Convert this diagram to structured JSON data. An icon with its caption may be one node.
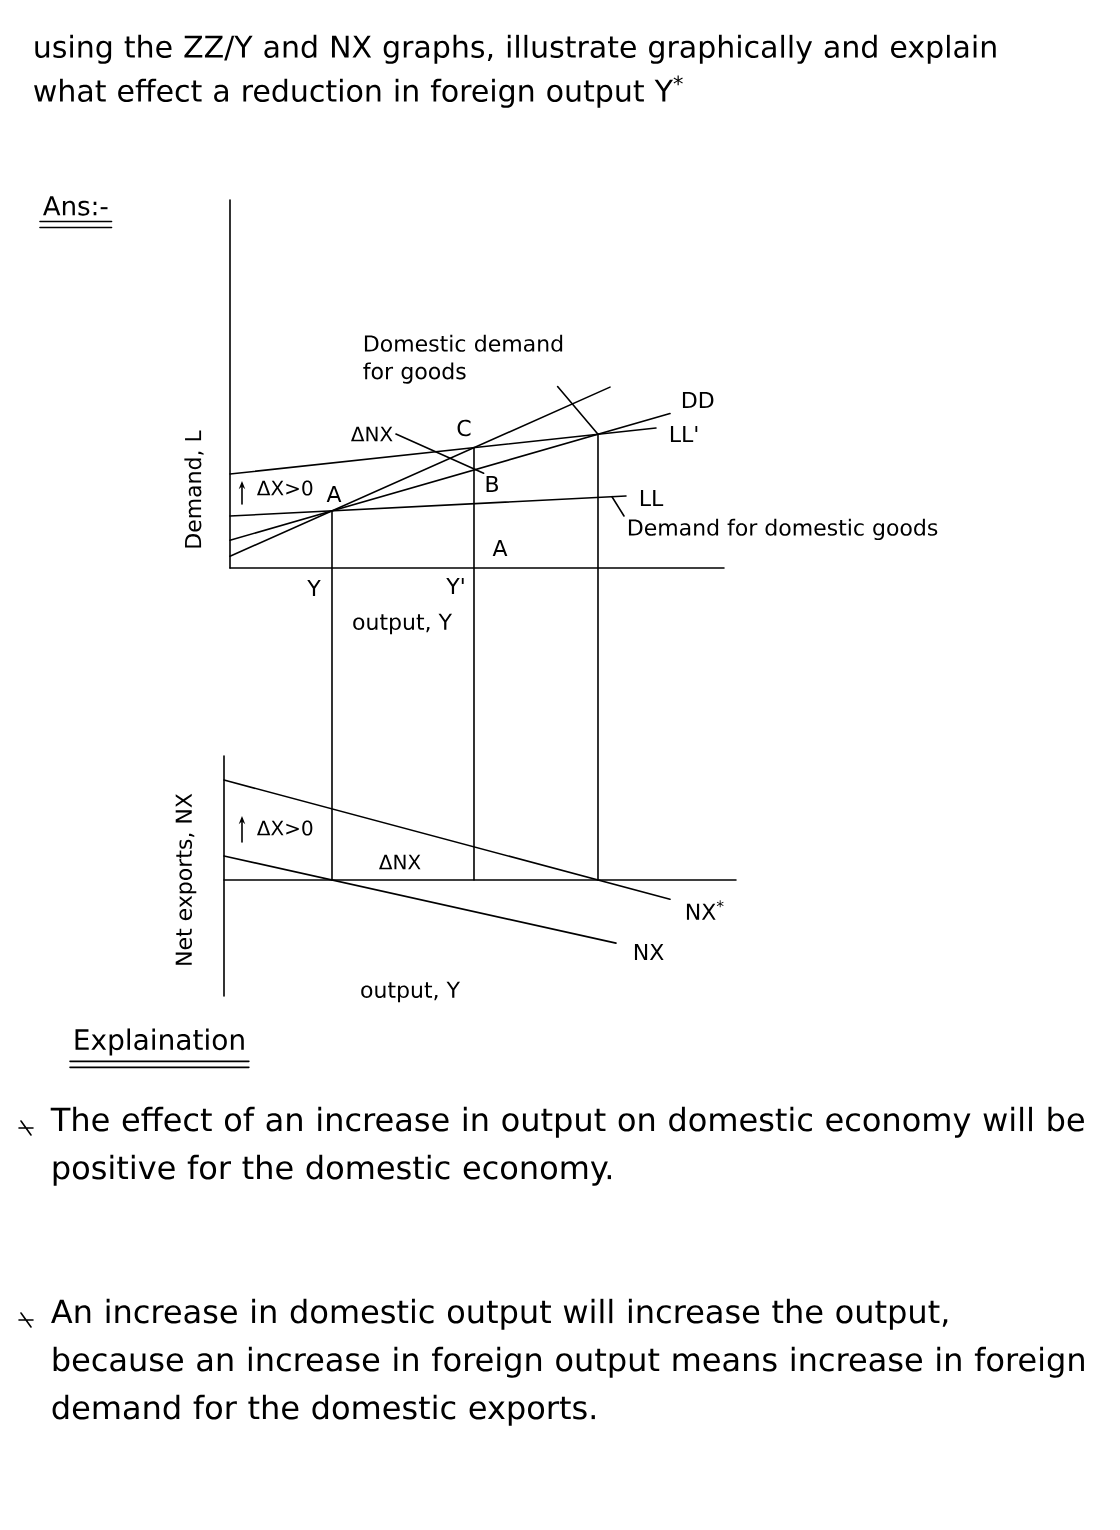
{
  "diagram": {
    "title": "using the ZZ/Y and NX graphs, illustrate graphically and explain what effect a reduction in foreign output Y$^{*}$",
    "nodes": [
      {
        "text": [
          "Domestic demand for goods"
        ]
      },
      {
        "text": [
          "ΔNX"
        ]
      },
      {
        "text": [
          "B"
        ]
      },
      {
        "text": [
          "Demand for domestic goods"
        ]
      }
    ],
    "edges": [
      {
        "from": 0,
        "to": null,
        "arrow": "none"
      },
      {
        "from": 1,
        "to": 2,
        "arrow": "none"
      },
      {
        "from": 3,
        "to": null,
        "arrow": "none"
      }
    ],
    "labels": [
      "Ans:-",
      "DD",
      "C",
      "LL'",
      "Demand, L",
      "ΔX>0",
      "A",
      "LL",
      "A",
      "Y",
      "Y'",
      "output, Y",
      "Net exports, NX",
      "ΔX>0",
      "ΔNX",
      "NX$^{*}$",
      "NX",
      "output, Y",
      "Explaination",
      "The effect of an increase in output on domestic economy will be positive for the domestic economy.",
      "An increase in domestic output will increase the output, because an increase in foreign output means increase in foreign demand for the domestic exports."
    ]
  }
}
